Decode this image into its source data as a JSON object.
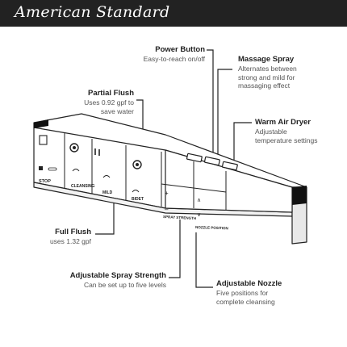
{
  "brand": "American Standard",
  "callouts": {
    "power": {
      "title": "Power Button",
      "desc": "Easy-to-reach on/off"
    },
    "massage": {
      "title": "Massage Spray",
      "desc1": "Alternates between",
      "desc2": "strong and mild for",
      "desc3": "massaging effect"
    },
    "partial": {
      "title": "Partial Flush",
      "desc1": "Uses 0.92 gpf to",
      "desc2": "save water"
    },
    "dryer": {
      "title": "Warm Air Dryer",
      "desc1": "Adjustable",
      "desc2": "temperature settings"
    },
    "full": {
      "title": "Full Flush",
      "desc": "uses 1.32 gpf"
    },
    "spray": {
      "title": "Adjustable Spray Strength",
      "desc": "Can be set up to five levels"
    },
    "nozzle": {
      "title": "Adjustable Nozzle",
      "desc1": "Five positions for",
      "desc2": "complete cleansing"
    }
  },
  "panel": {
    "stop": "STOP",
    "cleansing": "CLEANSING",
    "mild": "MILD",
    "bidet": "BIDET",
    "plus": "+",
    "minus": "–",
    "up": "∧",
    "down": "∨",
    "spray_strength": "SPRAY STRENGTH",
    "nozzle_position": "NOZZLE POSITION"
  }
}
